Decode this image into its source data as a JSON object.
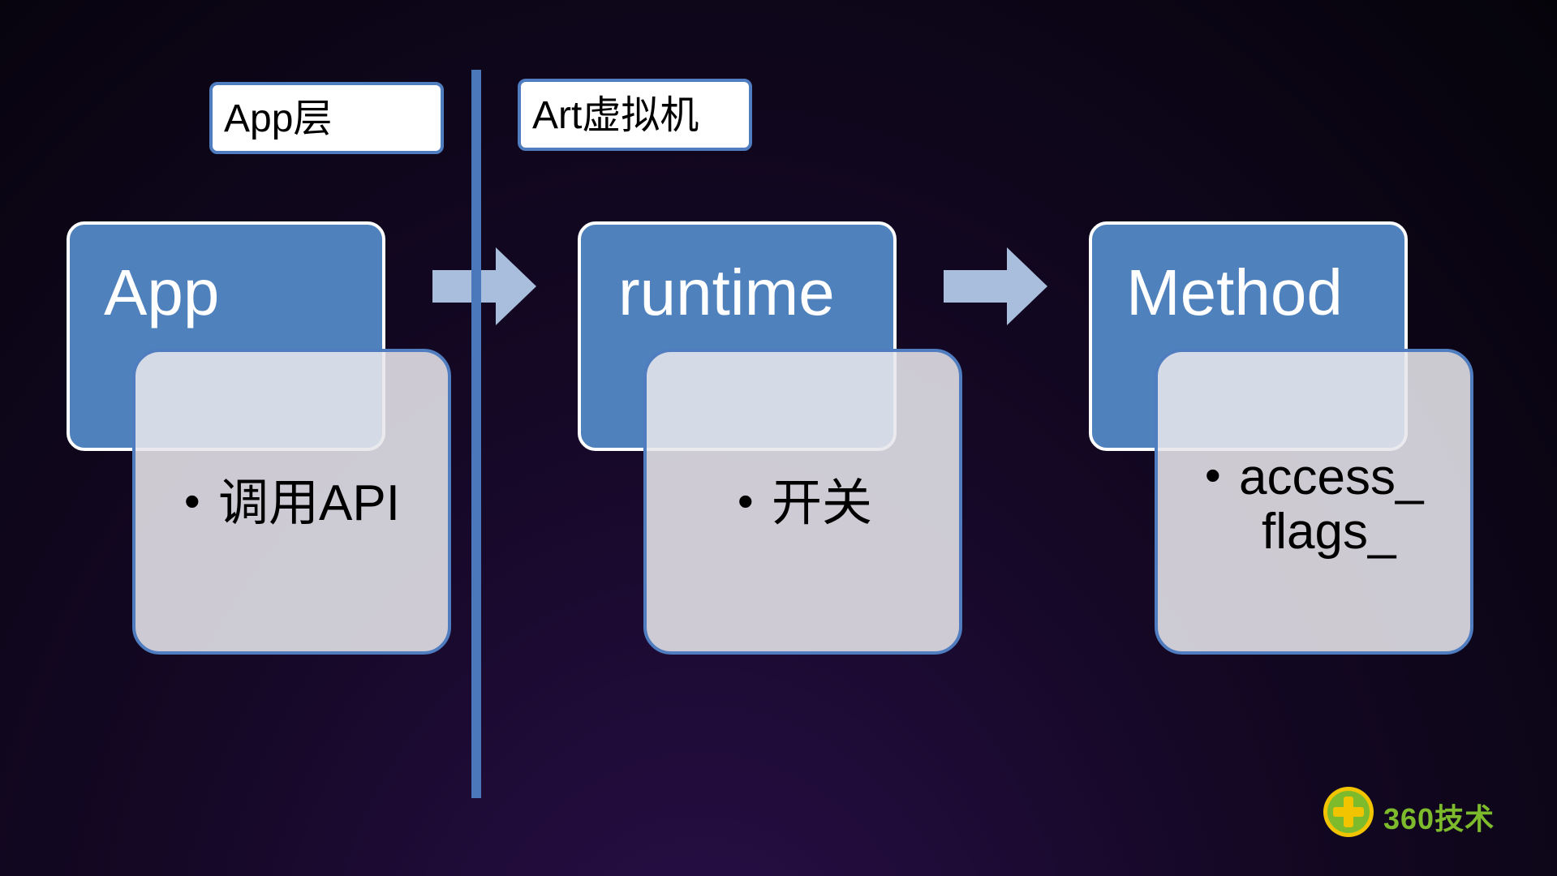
{
  "layers": {
    "app": "App层",
    "art": "Art虚拟机"
  },
  "stages": [
    {
      "title": "App",
      "detail": "调用API"
    },
    {
      "title": "runtime",
      "detail": "开关"
    },
    {
      "title": "Method",
      "detail_line1": "access_",
      "detail_line2": "flags_"
    }
  ],
  "logo": {
    "text": "360技术",
    "icon": "plus-badge-icon"
  },
  "colors": {
    "stage_fill": "#4f81bd",
    "detail_fill": "#e7e6ec",
    "divider": "#4a78bb",
    "arrow": "#a9bddc",
    "logo": "#7dbb2c"
  }
}
